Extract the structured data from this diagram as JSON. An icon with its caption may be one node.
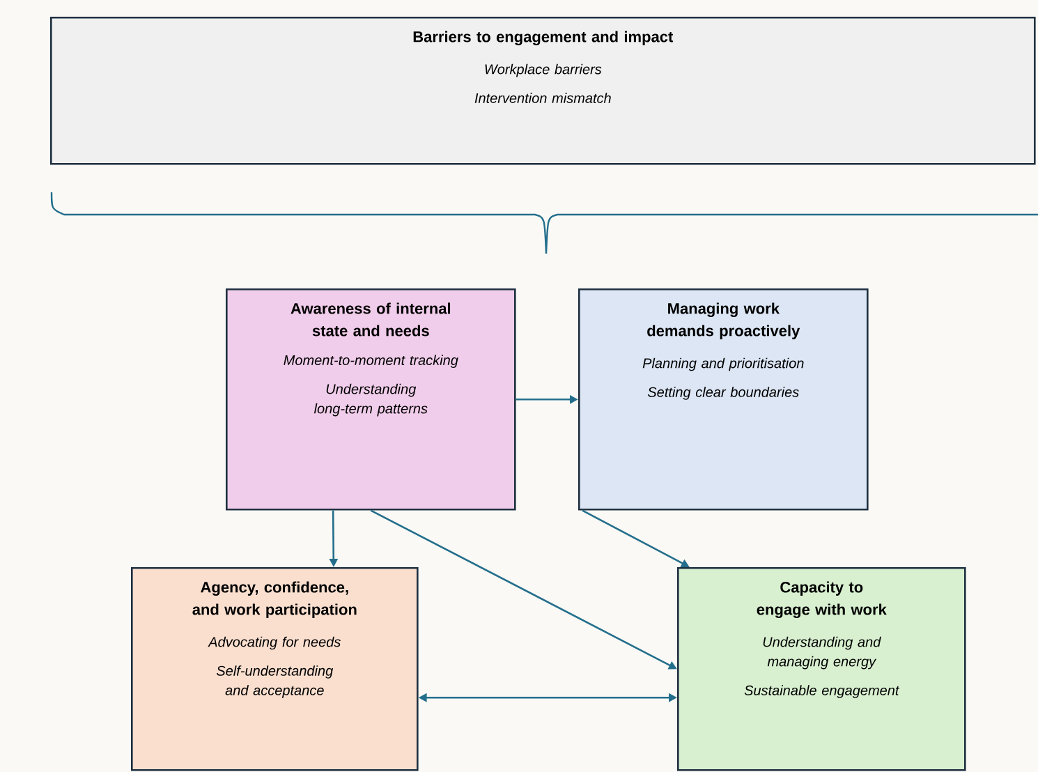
{
  "diagram": {
    "nodes": [
      {
        "text": [
          "Barriers to engagement and impact",
          "Workplace barriers",
          "Intervention mismatch"
        ]
      },
      {
        "text": [
          "Awareness of internal state and needs",
          "Moment-to-moment tracking",
          "Understanding long-term patterns"
        ]
      },
      {
        "text": [
          "Managing work demands proactively",
          "Planning and prioritisation",
          "Setting clear boundaries"
        ]
      },
      {
        "text": [
          "Agency, confidence, and work participation",
          "Advocating for needs",
          "Self-understanding and acceptance"
        ]
      },
      {
        "text": [
          "Capacity to engage with work",
          "Understanding and managing energy",
          "Sustainable engagement"
        ]
      }
    ],
    "edges": [
      {
        "from": 1,
        "to": 2,
        "arrow": "to"
      },
      {
        "from": 1,
        "to": 3,
        "arrow": "to"
      },
      {
        "from": 1,
        "to": 4,
        "arrow": "to"
      },
      {
        "from": 2,
        "to": 4,
        "arrow": "to"
      },
      {
        "from": 3,
        "to": 4,
        "arrow": "both"
      }
    ]
  }
}
